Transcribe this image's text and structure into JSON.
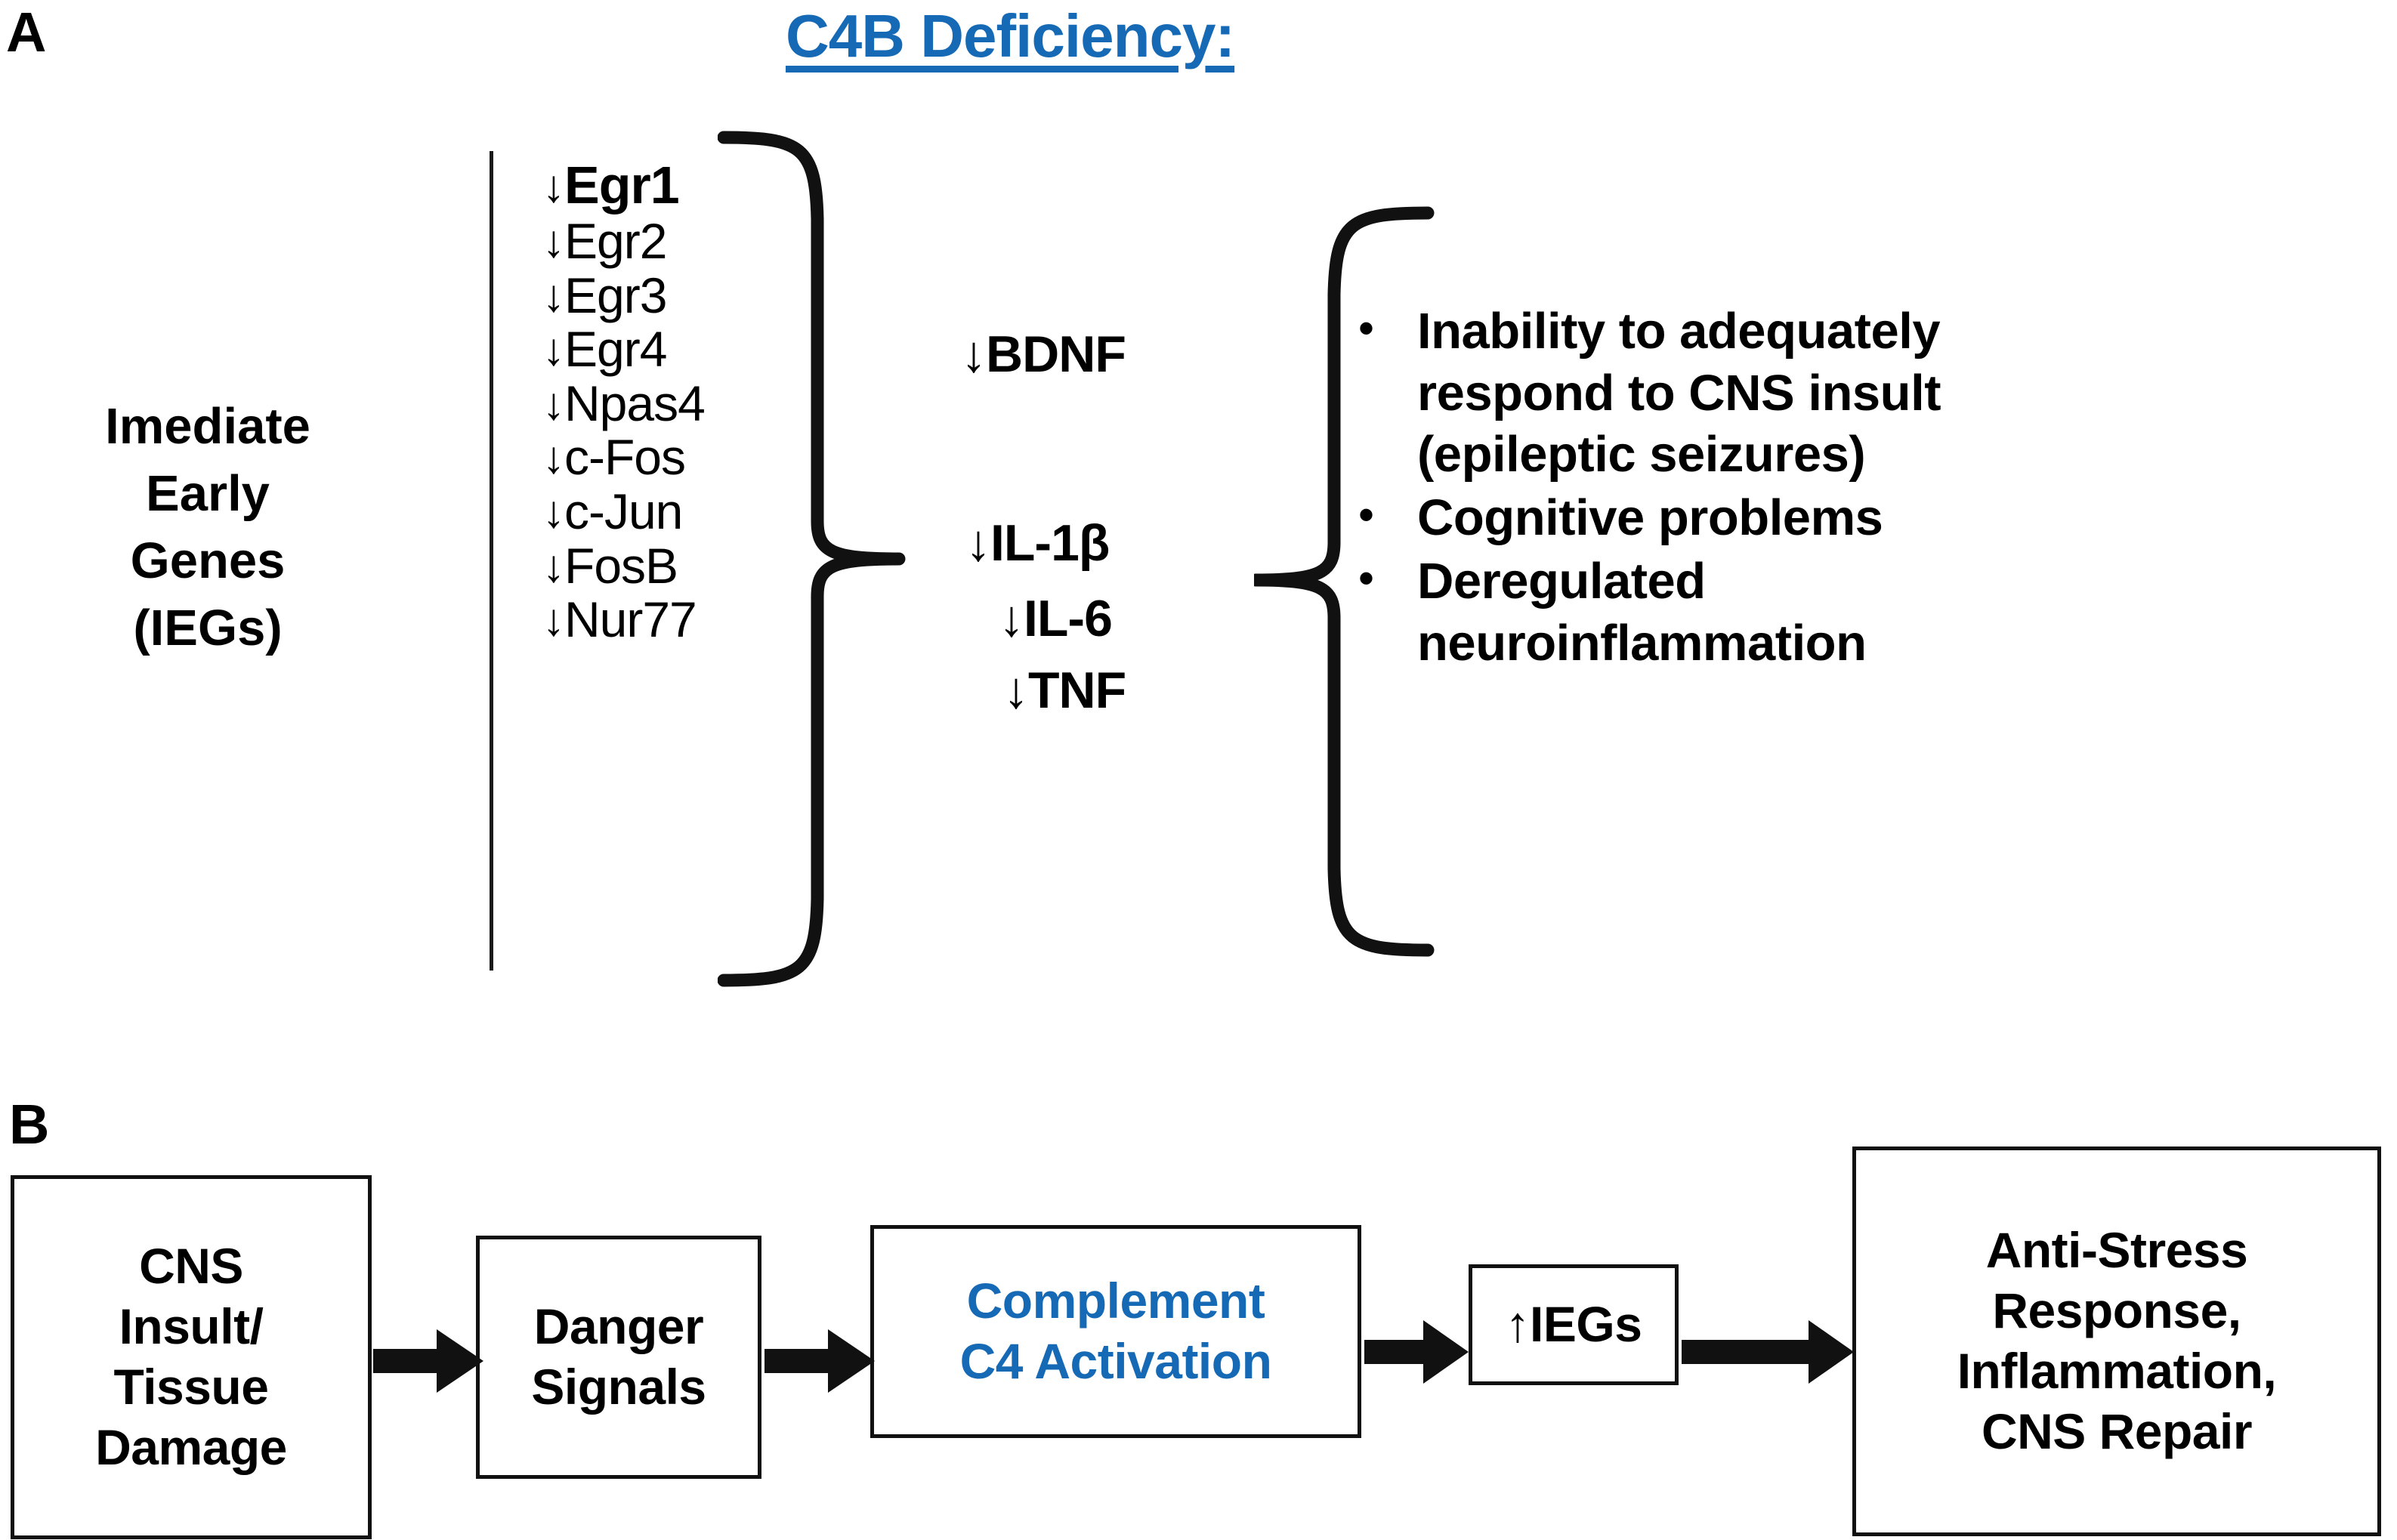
{
  "panels": {
    "a": {
      "label": "A",
      "title": "C4B Deficiency:"
    },
    "b": {
      "label": "B"
    }
  },
  "colors": {
    "accent_blue": "#1569b5",
    "text_black": "#000000",
    "box_border": "#111111"
  },
  "panel_a": {
    "group_label": {
      "line1": "Imediate",
      "line2": "Early",
      "line3": "Genes",
      "line4": "(IEGs)"
    },
    "genes": [
      {
        "arrow": "↓",
        "name": "Egr1",
        "emphasis": true
      },
      {
        "arrow": "↓",
        "name": "Egr2",
        "emphasis": false
      },
      {
        "arrow": "↓",
        "name": "Egr3",
        "emphasis": false
      },
      {
        "arrow": "↓",
        "name": "Egr4",
        "emphasis": false
      },
      {
        "arrow": "↓",
        "name": "Npas4",
        "emphasis": false
      },
      {
        "arrow": "↓",
        "name": "c-Fos",
        "emphasis": false
      },
      {
        "arrow": "↓",
        "name": "c-Jun",
        "emphasis": false
      },
      {
        "arrow": "↓",
        "name": "FosB",
        "emphasis": false
      },
      {
        "arrow": "↓",
        "name": "Nur77",
        "emphasis": false
      }
    ],
    "mediators": [
      {
        "id": "bdnf",
        "arrow": "↓",
        "name": "BDNF"
      },
      {
        "id": "il1b",
        "arrow": "↓",
        "name": "IL-1β"
      },
      {
        "id": "il6",
        "arrow": "↓",
        "name": "IL-6"
      },
      {
        "id": "tnf",
        "arrow": "↓",
        "name": "TNF"
      }
    ],
    "outcomes": {
      "bullet_glyph": "•",
      "items": [
        {
          "lines": [
            "Inability to adequately",
            "respond to CNS insult",
            "(epileptic seizures)"
          ]
        },
        {
          "lines": [
            "Cognitive problems"
          ]
        },
        {
          "lines": [
            "Deregulated",
            "neuroinflammation"
          ]
        }
      ]
    }
  },
  "panel_b": {
    "boxes": [
      {
        "id": "cns",
        "lines": [
          "CNS",
          "Insult/",
          "Tissue",
          "Damage"
        ],
        "color": "#000000"
      },
      {
        "id": "danger",
        "lines": [
          "Danger",
          "Signals"
        ],
        "color": "#000000"
      },
      {
        "id": "c4",
        "lines": [
          "Complement",
          "C4 Activation"
        ],
        "color": "#1569b5"
      },
      {
        "id": "iegs",
        "lines": [
          "↑IEGs"
        ],
        "color": "#000000"
      },
      {
        "id": "anti",
        "lines": [
          "Anti-Stress",
          "Response,",
          "Inflammation,",
          "CNS Repair"
        ],
        "color": "#000000"
      }
    ],
    "arrows": [
      {
        "id": "arrow-1",
        "direction": "right"
      },
      {
        "id": "arrow-2",
        "direction": "right"
      },
      {
        "id": "arrow-3",
        "direction": "right"
      },
      {
        "id": "arrow-4",
        "direction": "right"
      }
    ]
  }
}
